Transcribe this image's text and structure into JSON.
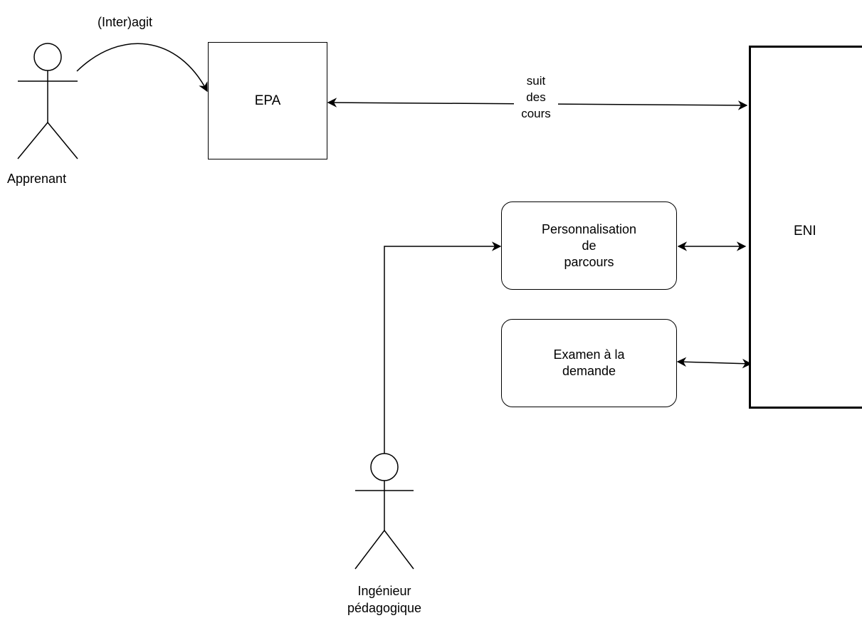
{
  "actors": {
    "learner": "Apprenant",
    "engineer": [
      "Ingénieur",
      "pédagogique"
    ]
  },
  "boxes": {
    "epa": "EPA",
    "eni": "ENI",
    "personalisation": [
      "Personnalisation",
      "de",
      "parcours"
    ],
    "exam": [
      "Examen à la",
      "demande"
    ]
  },
  "edges": {
    "interacts": "(Inter)agit",
    "follows": [
      "suit",
      "des",
      "cours"
    ]
  }
}
